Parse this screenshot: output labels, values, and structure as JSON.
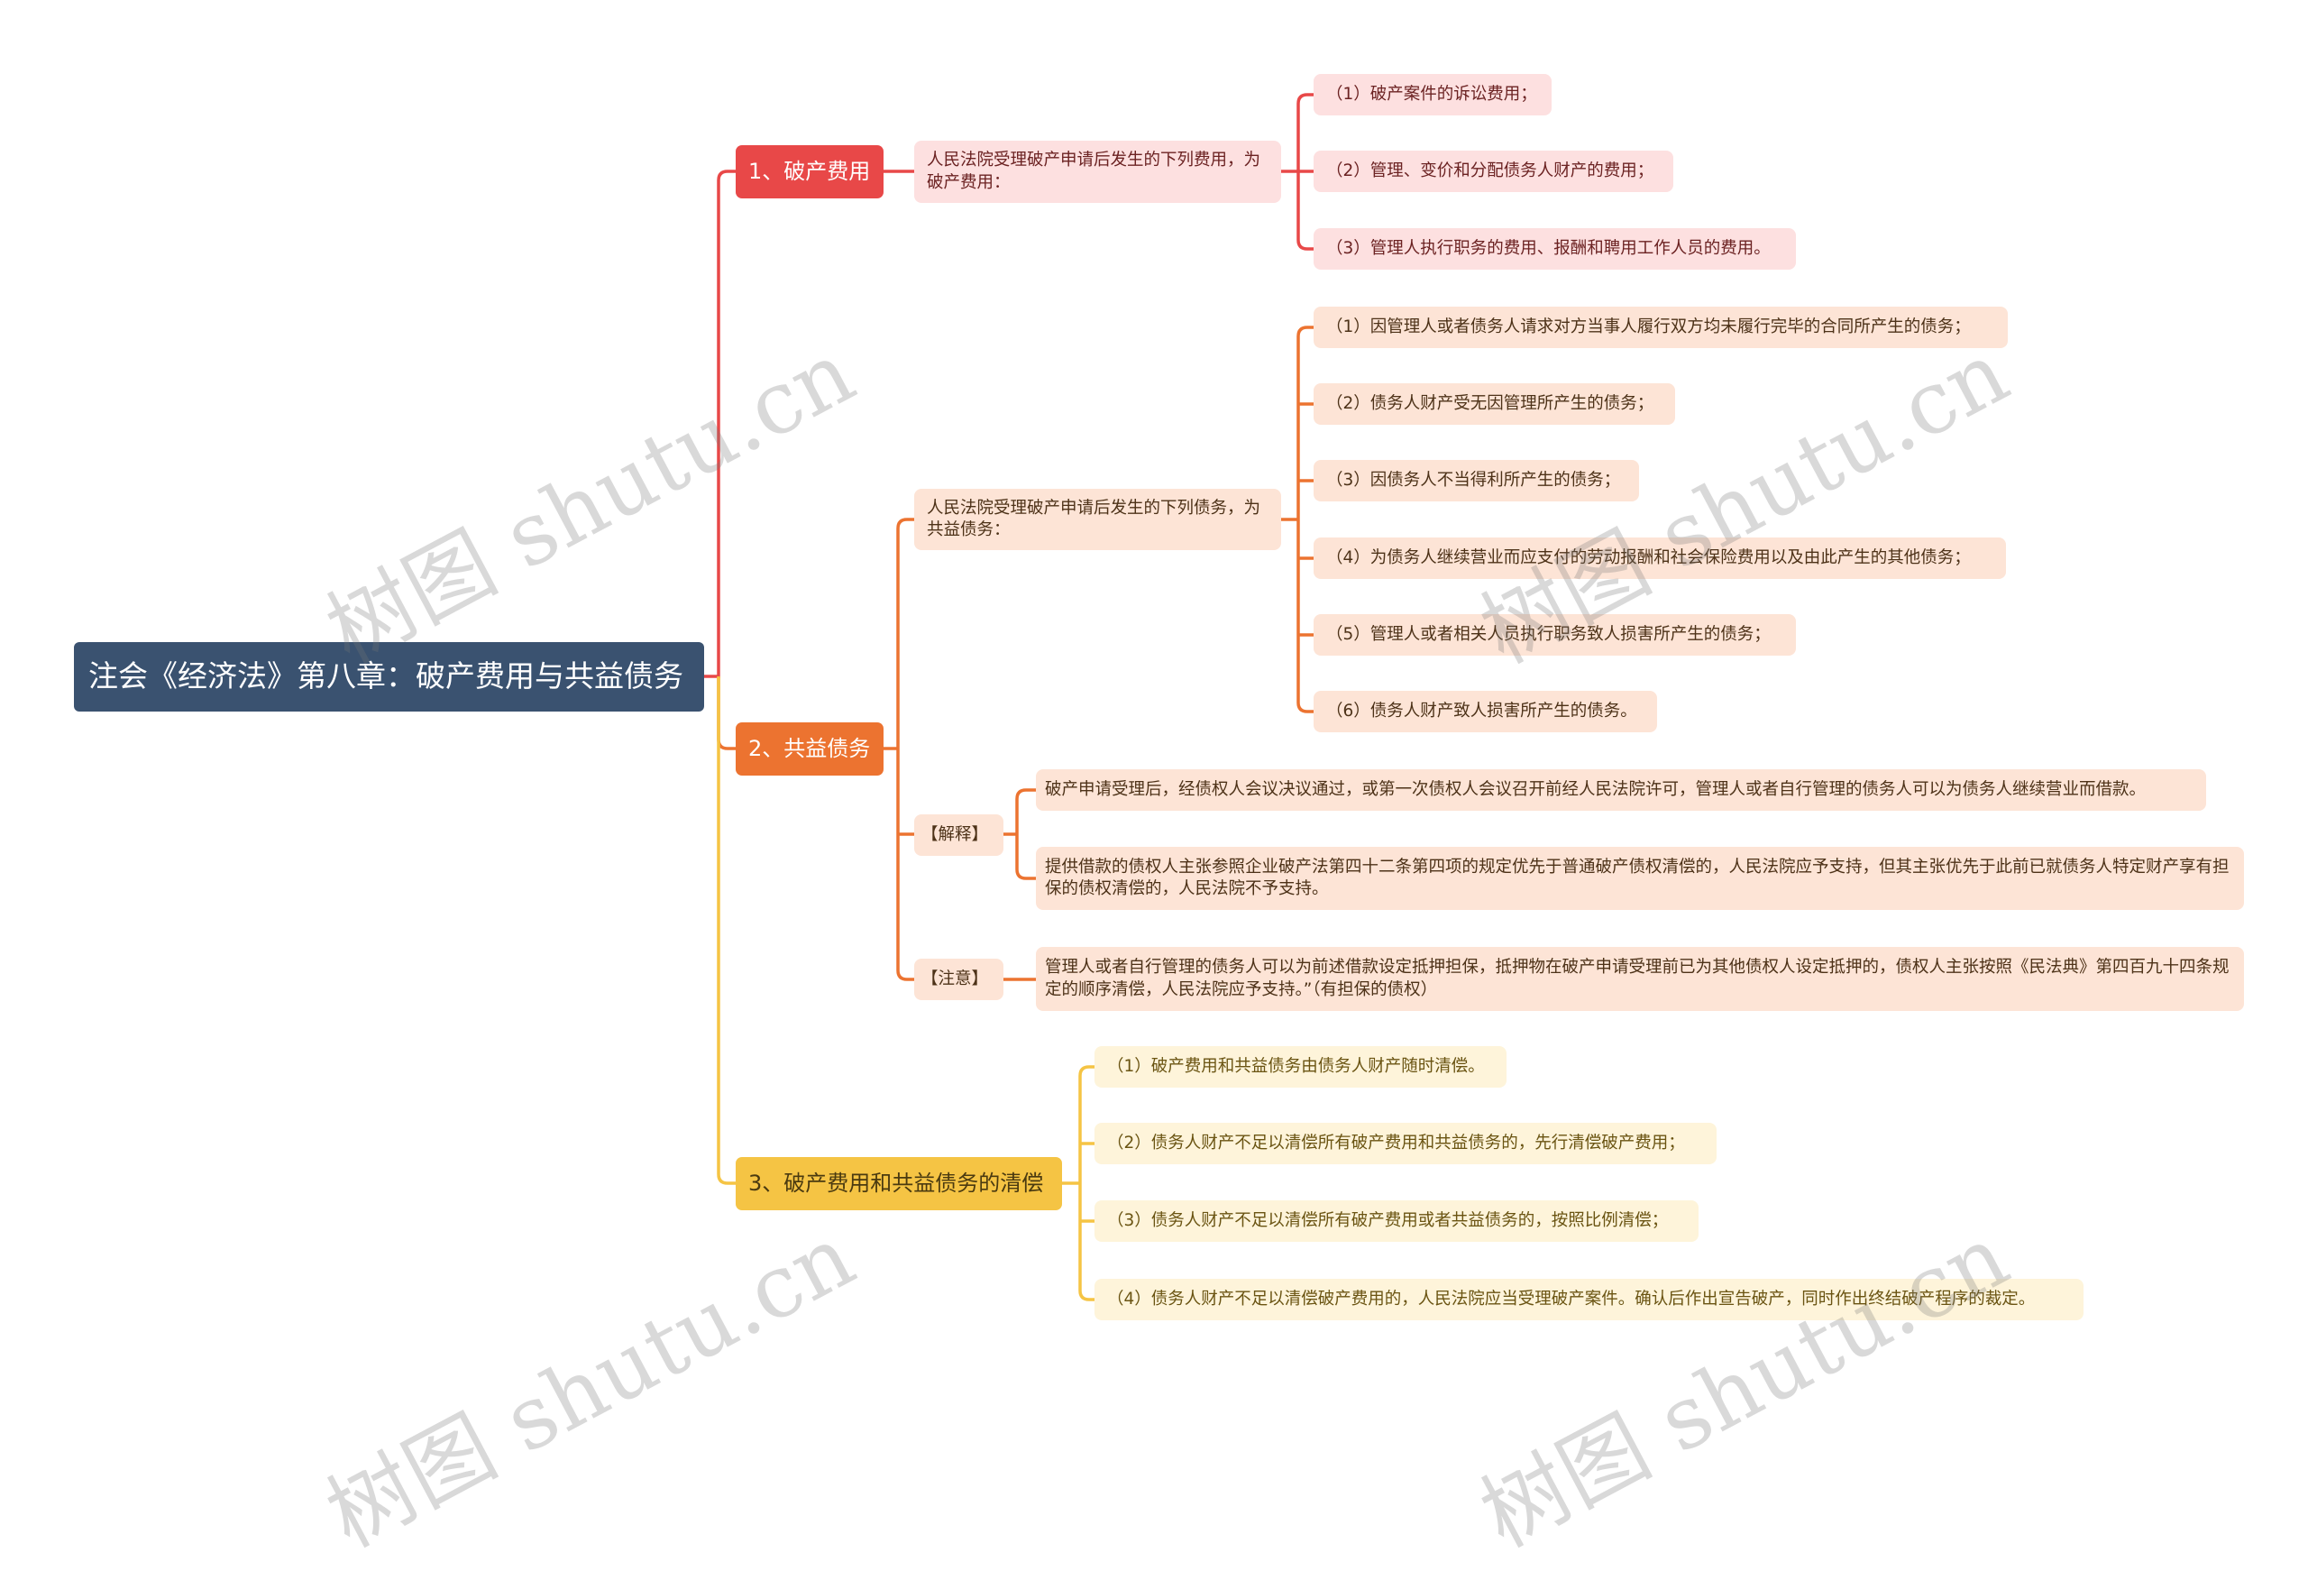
{
  "root": {
    "title": "注会《经济法》第八章：破产费用与共益债务"
  },
  "branches": [
    {
      "label": "1、破产费用",
      "desc": "人民法院受理破产申请后发生的下列费用，为破产费用：",
      "items": [
        "（1）破产案件的诉讼费用；",
        "（2）管理、变价和分配债务人财产的费用；",
        "（3）管理人执行职务的费用、报酬和聘用工作人员的费用。"
      ]
    },
    {
      "label": "2、共益债务",
      "desc": "人民法院受理破产申请后发生的下列债务，为共益债务：",
      "items": [
        "（1）因管理人或者债务人请求对方当事人履行双方均未履行完毕的合同所产生的债务；",
        "（2）债务人财产受无因管理所产生的债务；",
        "（3）因债务人不当得利所产生的债务；",
        "（4）为债务人继续营业而应支付的劳动报酬和社会保险费用以及由此产生的其他债务；",
        "（5）管理人或者相关人员执行职务致人损害所产生的债务；",
        "（6）债务人财产致人损害所产生的债务。"
      ],
      "explain": {
        "label": "【解释】",
        "items": [
          "破产申请受理后，经债权人会议决议通过，或第一次债权人会议召开前经人民法院许可，管理人或者自行管理的债务人可以为债务人继续营业而借款。",
          "提供借款的债权人主张参照企业破产法第四十二条第四项的规定优先于普通破产债权清偿的，人民法院应予支持，但其主张优先于此前已就债务人特定财产享有担保的债权清偿的，人民法院不予支持。"
        ]
      },
      "note": {
        "label": "【注意】",
        "text": "管理人或者自行管理的债务人可以为前述借款设定抵押担保，抵押物在破产申请受理前已为其他债权人设定抵押的，债权人主张按照《民法典》第四百九十四条规定的顺序清偿，人民法院应予支持。”（有担保的债权）"
      }
    },
    {
      "label": "3、破产费用和共益债务的清偿",
      "items": [
        "（1）破产费用和共益债务由债务人财产随时清偿。",
        "（2）债务人财产不足以清偿所有破产费用和共益债务的，先行清偿破产费用；",
        "（3）债务人财产不足以清偿所有破产费用或者共益债务的，按照比例清偿；",
        "（4）债务人财产不足以清偿破产费用的，人民法院应当受理破产案件。确认后作出宣告破产，同时作出终结破产程序的裁定。"
      ]
    }
  ],
  "watermark": "树图 shutu.cn",
  "colors": {
    "root": "#3a5270",
    "red": "#e84848",
    "orange": "#ec7330",
    "yellow": "#f5c444"
  }
}
